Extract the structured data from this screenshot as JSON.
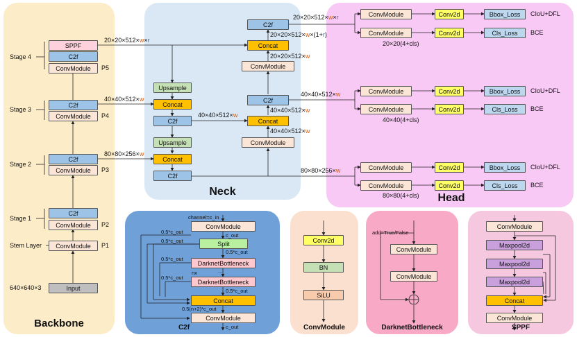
{
  "colors": {
    "backbone_panel": "#fdecc8",
    "neck_panel": "#dae8f5",
    "head_panel": "#f9c9f5",
    "c2f_panel": "#6fa0d8",
    "convmodule_panel": "#fbe0d0",
    "darknet_panel": "#f7a9c6",
    "sppf_panel": "#f6c8e0",
    "width_highlight": "#d45a0c",
    "ratio_highlight": "#2e75b6"
  },
  "backbone": {
    "title": "Backbone",
    "stage_labels": [
      "Stage 4",
      "Stage 3",
      "Stage 2",
      "Stage 1",
      "Stem Layer"
    ],
    "input_size": "640×640×3",
    "blocks": {
      "sppf": "SPPF",
      "c2f": "C2f",
      "conv": "ConvModule",
      "input": "Input"
    },
    "p_labels": [
      "P5",
      "P4",
      "P3",
      "P2",
      "P1"
    ],
    "dims": {
      "p5_a": "20×20×512×",
      "p5_w": "w",
      "p5_x": "×",
      "p5_r": "r",
      "p4_a": "40×40×512×",
      "p4_w": "w",
      "p3_a": "80×80×256×",
      "p3_w": "w"
    }
  },
  "neck": {
    "title": "Neck",
    "blocks": {
      "upsample": "Upsample",
      "concat": "Concat",
      "c2f": "C2f",
      "conv": "ConvModule"
    },
    "dims": {
      "top_a": "20×20×512×",
      "top_w": "w",
      "top_x": "×",
      "top_r": "r",
      "concat_top_a": "20×20×512×",
      "concat_top_w": "w",
      "concat_top_b": "×(1+",
      "concat_top_r": "r",
      "concat_top_c": ")",
      "conv_top_a": "20×20×512×",
      "conv_top_w": "w",
      "mid_right_a": "40×40×512×",
      "mid_right_w": "w",
      "mid_left_a": "40×40×512×",
      "mid_left_w": "w",
      "mid_right2_a": "40×40×512×",
      "mid_right2_w": "w",
      "mid_right3_a": "40×40×512×",
      "mid_right3_w": "w",
      "bottom_a": "80×80×256×",
      "bottom_w": "w"
    }
  },
  "head": {
    "title": "Head",
    "blocks": {
      "conv": "ConvModule",
      "conv2d": "Conv2d",
      "bbox_loss": "Bbox_Loss",
      "cls_loss": "Cls_Loss"
    },
    "loss_names": {
      "bbox": "CIoU+DFL",
      "cls": "BCE"
    },
    "out_dims": [
      "20×20(4+cls)",
      "40×40(4+cls)",
      "80×80(4+cls)"
    ]
  },
  "c2f": {
    "title": "C2f",
    "labels": {
      "channel_in": "channel=c_in",
      "c_out": "c_out",
      "half": "0.5*c_out",
      "nx": "nx",
      "dots": "...",
      "concat_in": "0.5(n+2)*c_out"
    },
    "blocks": {
      "conv": "ConvModule",
      "split": "Split",
      "dark": "DarknetBottleneck",
      "concat": "Concat"
    }
  },
  "convmodule": {
    "title": "ConvModule",
    "blocks": [
      "Conv2d",
      "BN",
      "SiLU"
    ]
  },
  "darknet": {
    "title": "DarknetBottleneck",
    "add_label": "add=True/False",
    "block": "ConvModule"
  },
  "sppf": {
    "title": "SPPF",
    "blocks": {
      "conv": "ConvModule",
      "maxpool": "Maxpool2d",
      "concat": "Concat"
    }
  }
}
